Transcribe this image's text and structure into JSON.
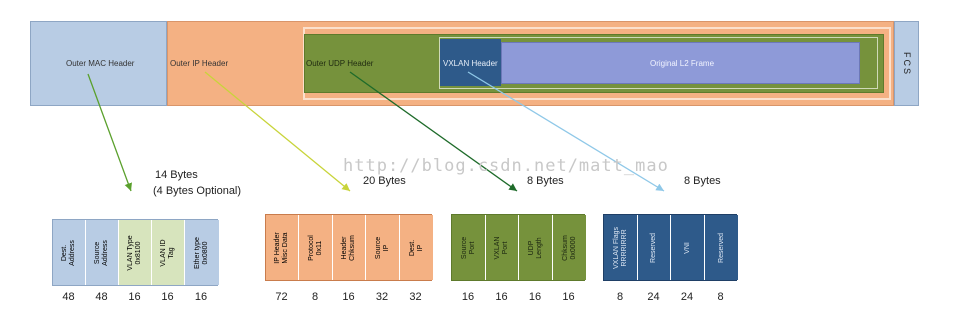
{
  "header": {
    "outer_mac": "Outer MAC Header",
    "outer_ip": "Outer IP Header",
    "outer_udp": "Outer UDP Header",
    "vxlan": "VXLAN Header",
    "l2_frame": "Original L2 Frame",
    "fcs": "FCS"
  },
  "watermark": "http://blog.csdn.net/matt_mao",
  "mac": {
    "size_line1": "14 Bytes",
    "size_line2": "(4 Bytes Optional)",
    "fields": [
      "Dest.\nAddress",
      "Source\nAddress",
      "VLAN Type\n0x8100",
      "VLAN ID\nTag",
      "Ether type\n0x0800"
    ],
    "bits": [
      "48",
      "48",
      "16",
      "16",
      "16"
    ]
  },
  "ip": {
    "size": "20 Bytes",
    "fields": [
      "IP Header\nMisc Data",
      "Protocol\n0x11",
      "Header\nChksum",
      "Source\nIP",
      "Dest.\nIP"
    ],
    "bits": [
      "72",
      "8",
      "16",
      "32",
      "32"
    ]
  },
  "udp": {
    "size": "8 Bytes",
    "fields": [
      "Source\nPort",
      "VXLAN\nPort",
      "UDP\nLength",
      "Chksum\n0x0000"
    ],
    "bits": [
      "16",
      "16",
      "16",
      "16"
    ]
  },
  "vxlan": {
    "size": "8 Bytes",
    "fields": [
      "VXLAN Flags\nRRRRIRRR",
      "Reserved",
      "VNI",
      "Reserved"
    ],
    "bits": [
      "8",
      "24",
      "24",
      "8"
    ]
  },
  "colors": {
    "mac": "#b8cce4",
    "ip": "#f4b183",
    "udp": "#76923c",
    "vxlan_hdr": "#2e5a8a",
    "l2": "#8e9ad8",
    "arrow_mac": "#5aa02c",
    "arrow_ip": "#c8d43a",
    "arrow_udp": "#1e6b2a",
    "arrow_vxlan": "#8fc8e8"
  }
}
